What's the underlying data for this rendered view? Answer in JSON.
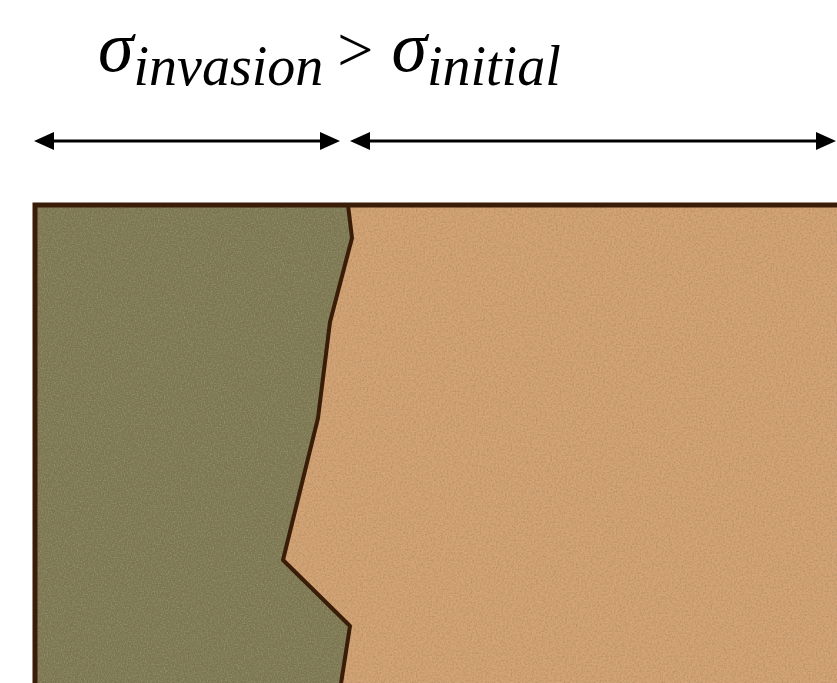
{
  "diagram": {
    "labels": [
      "σ",
      "invasion",
      ">",
      "σ",
      "initial"
    ]
  }
}
